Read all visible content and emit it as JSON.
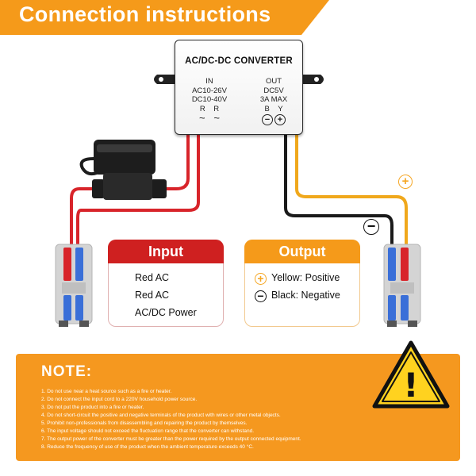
{
  "banner": {
    "title": "Connection instructions"
  },
  "converter": {
    "title": "AC/DC-DC CONVERTER",
    "in_label": "IN",
    "in_range_ac": "AC10-26V",
    "in_range_dc": "DC10-40V",
    "in_pins": "R    R",
    "in_wave": "~   ~",
    "out_label": "OUT",
    "out_voltage": "DC5V",
    "out_current": "3A MAX",
    "out_pins": "B    Y",
    "out_minus": "−",
    "out_plus": "+"
  },
  "wire_symbols": {
    "plus": "+",
    "minus": "−"
  },
  "input_box": {
    "title": "Input",
    "lines": [
      "Red AC",
      "Red AC",
      "AC/DC Power"
    ]
  },
  "output_box": {
    "title": "Output",
    "positive_symbol": "+",
    "positive_text": "Yellow: Positive",
    "negative_symbol": "−",
    "negative_text": "Black: Negative"
  },
  "note": {
    "title": "NOTE:",
    "items": [
      "1. Do not use near a heat source such as a fire or heater.",
      "2. Do not connect the input cord to a 220V household power source.",
      "3. Do not put the product into a fire or heater.",
      "4. Do not short-circuit the positive and negative terminals of the product with wires or other metal objects.",
      "5. Prohibit non-professionals from disassembling and repairing the product by themselves.",
      "6. The input voltage should not exceed the fluctuation range that the converter can withstand.",
      "7. The output power of the converter must be greater than the power required by the output connected equipment.",
      "8. Reduce the frequency of use of the product when the ambient temperature exceeds 40 °C."
    ]
  },
  "warning": {
    "symbol": "!"
  },
  "colors": {
    "accent_orange": "#f59a1a",
    "input_red": "#cf2020",
    "wire_red": "#d8242a",
    "wire_yellow": "#f0a81c",
    "wire_black": "#1a1a1a",
    "connector_blue": "#3a6fd8"
  }
}
